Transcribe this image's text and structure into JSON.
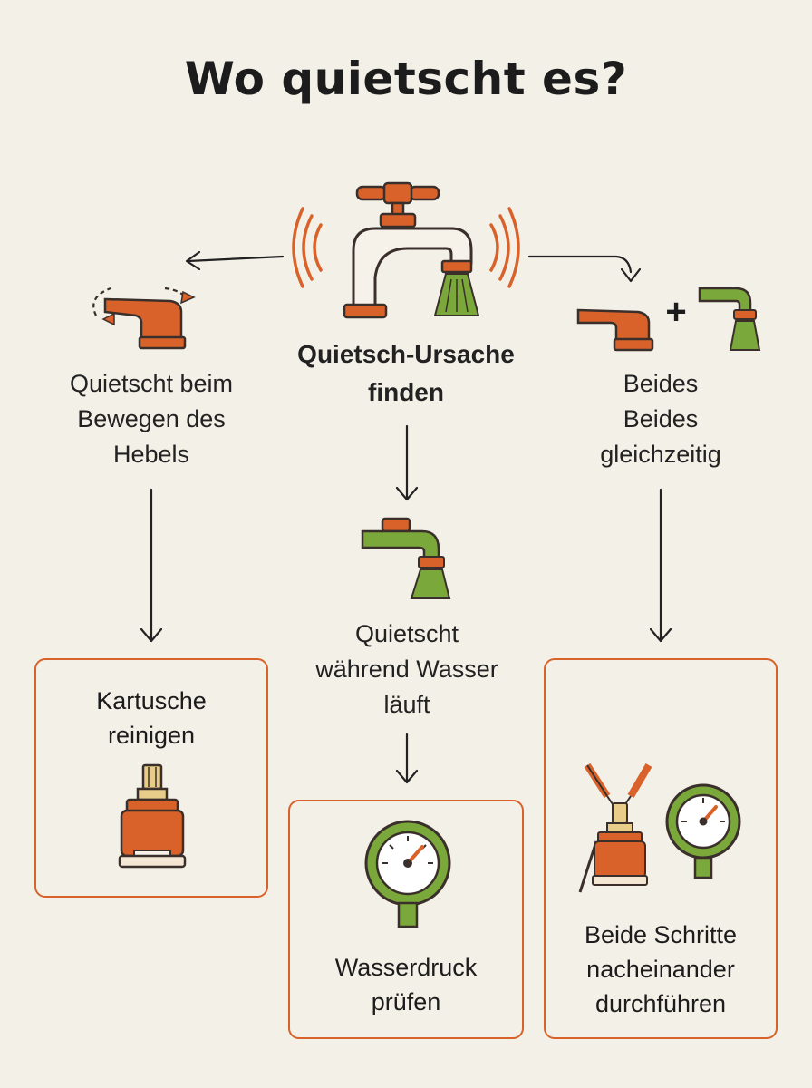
{
  "title": "Wo quietscht es?",
  "center": {
    "lines": [
      "Quietsch-Ursache",
      "finden"
    ]
  },
  "left": {
    "lines": [
      "Quietscht beim",
      "Bewegen des",
      "Hebels"
    ],
    "box": {
      "lines": [
        "Kartusche",
        "reinigen"
      ]
    }
  },
  "middle": {
    "lines": [
      "Quietscht",
      "während Wasser",
      "läuft"
    ],
    "box": {
      "lines": [
        "Wasserdruck",
        "prüfen"
      ]
    }
  },
  "right": {
    "lines": [
      "Beides",
      "Beides",
      "gleichzeitig"
    ],
    "plus": "+",
    "box": {
      "lines": [
        "Beide Schritte",
        "nacheinander",
        "durchführen"
      ]
    }
  },
  "colors": {
    "accent": "#d9622b",
    "green": "#6b9a2e",
    "dark": "#3a2f2a",
    "background": "#f3f0e8"
  },
  "icons": [
    "squeaky-faucet-icon",
    "lever-rotate-icon",
    "lever-plus-faucet-icon",
    "running-faucet-icon",
    "cartridge-icon",
    "pressure-gauge-icon",
    "cartridge-tools-icon"
  ]
}
